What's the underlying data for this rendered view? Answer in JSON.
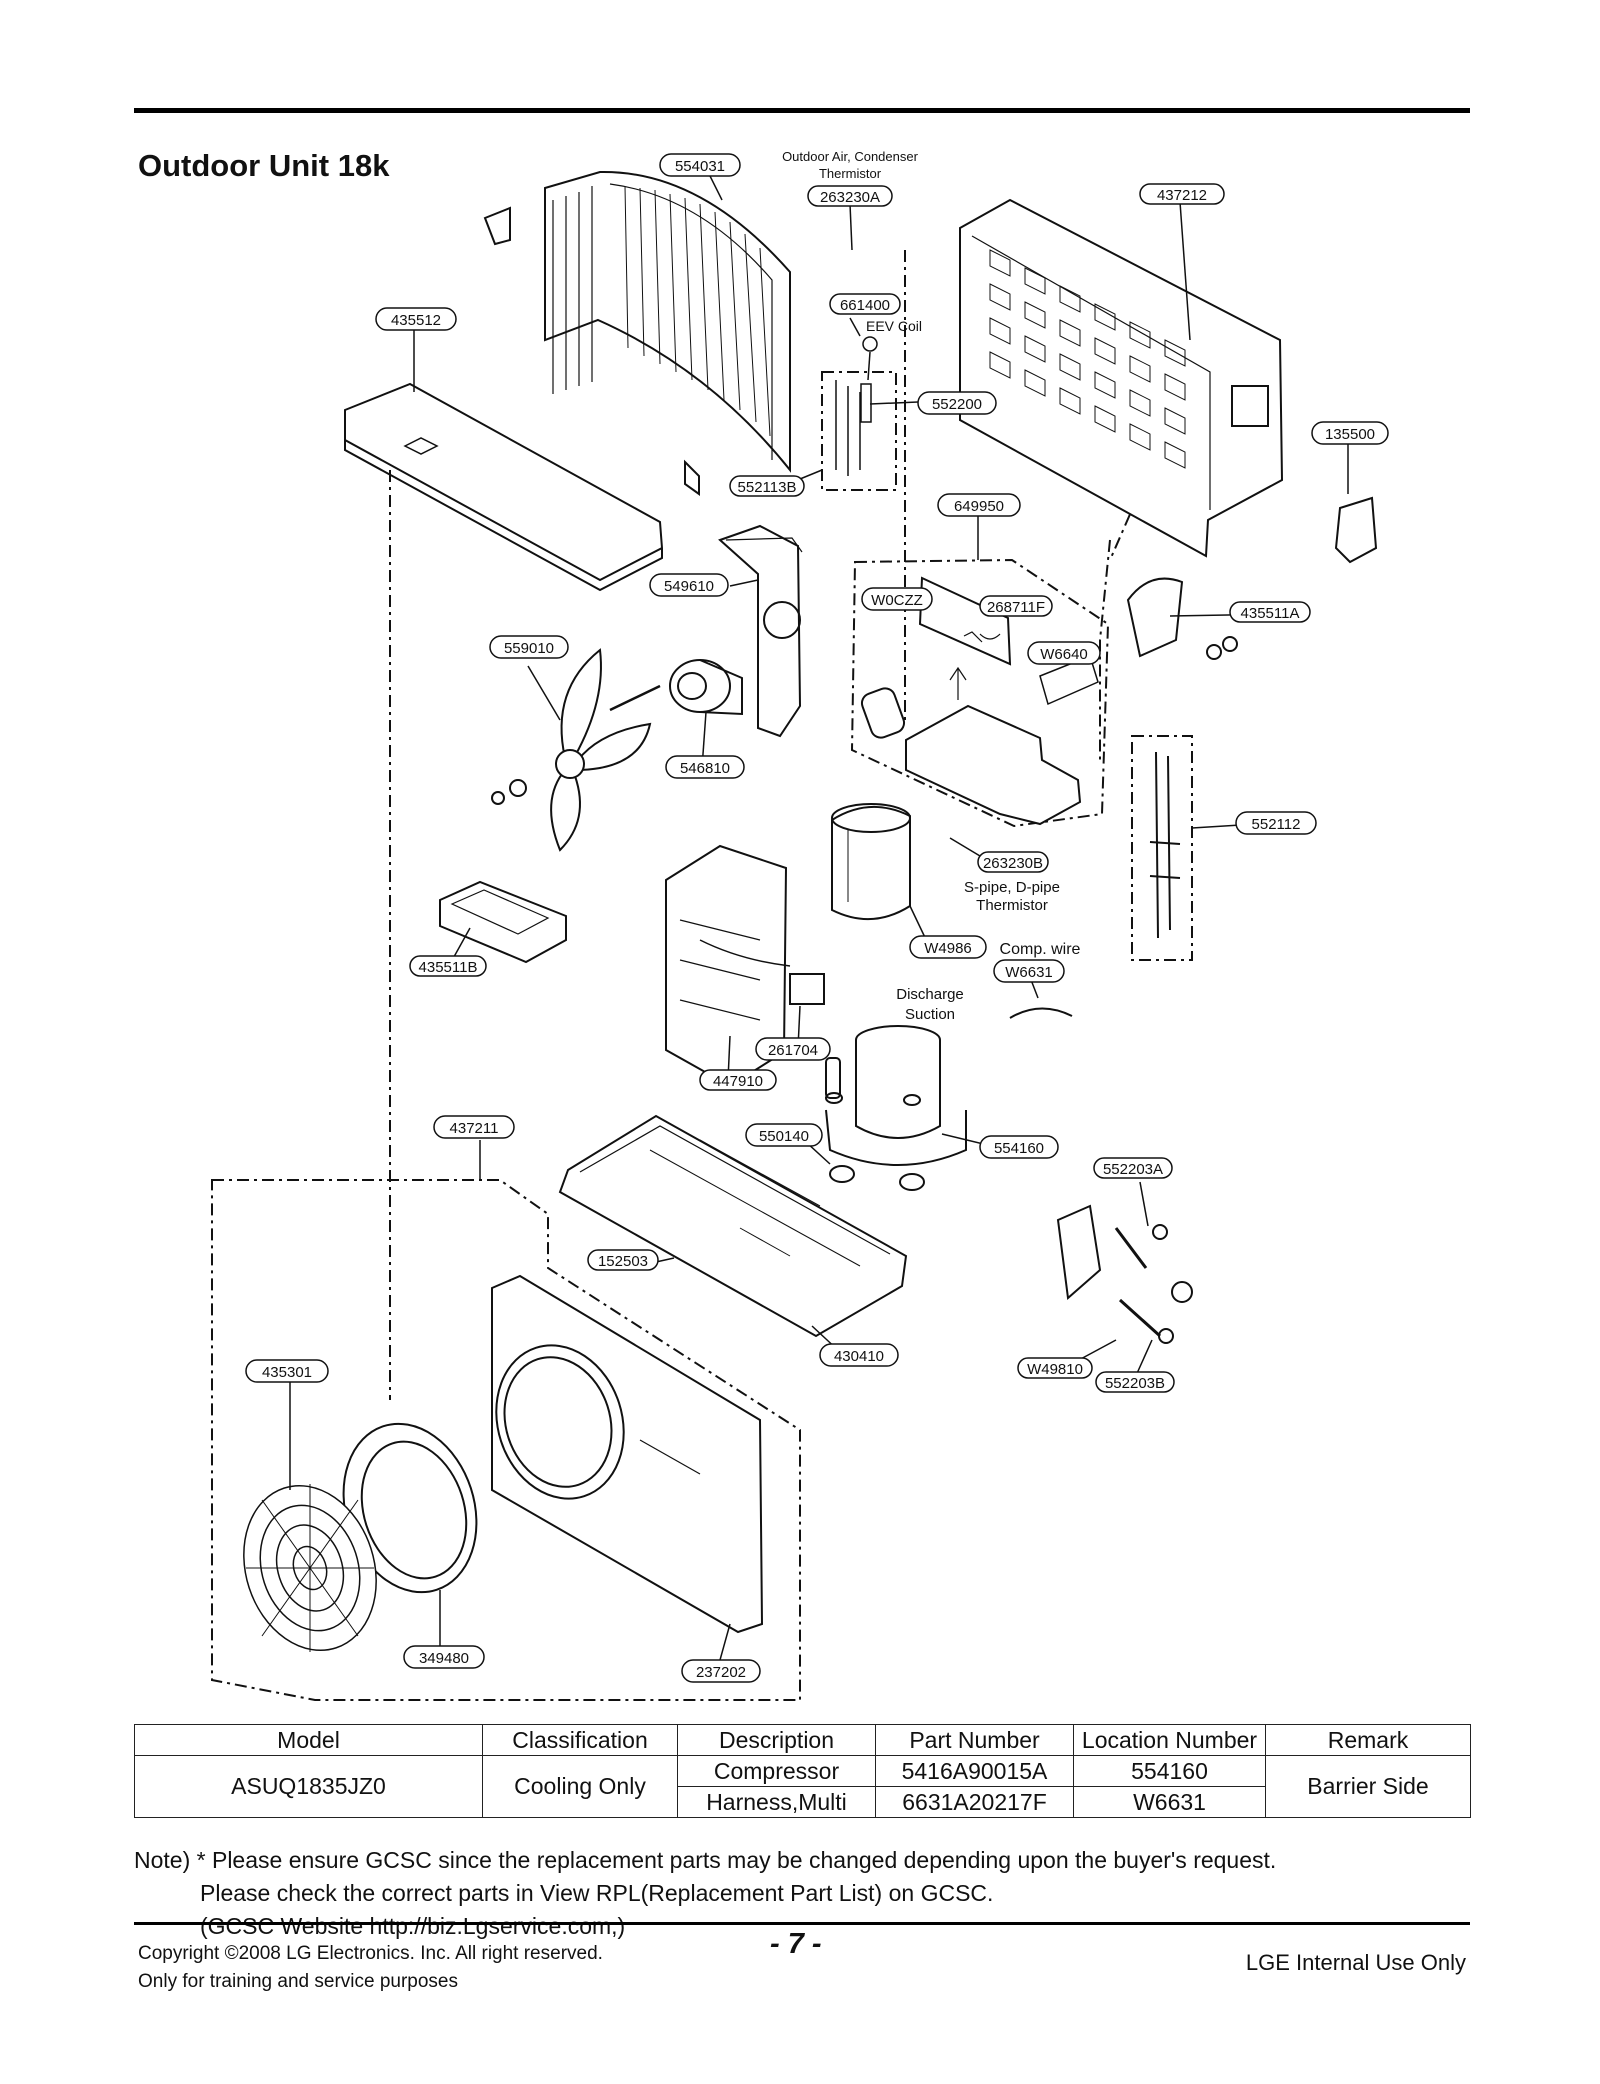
{
  "title": "Outdoor Unit 18k",
  "callouts": {
    "c554031": "554031",
    "c263230A": "263230A",
    "c437212": "437212",
    "c435512": "435512",
    "c661400": "661400",
    "c552200": "552200",
    "c135500": "135500",
    "c552113B": "552113B",
    "c649950": "649950",
    "c549610": "549610",
    "cW0CZZ": "W0CZZ",
    "c268711F": "268711F",
    "c435511A": "435511A",
    "c559010": "559010",
    "cW6640": "W6640",
    "c546810": "546810",
    "c552112": "552112",
    "c263230B": "263230B",
    "c435511B": "435511B",
    "cW4986": "W4986",
    "cW6631": "W6631",
    "c261704": "261704",
    "c447910": "447910",
    "c437211": "437211",
    "c550140": "550140",
    "c554160": "554160",
    "c552203A": "552203A",
    "c152503": "152503",
    "c430410": "430410",
    "c435301": "435301",
    "cW49810": "W49810",
    "c552203B": "552203B",
    "c349480": "349480",
    "c237202": "237202"
  },
  "annotations": {
    "outdoor_air_1": "Outdoor Air, Condenser",
    "outdoor_air_2": "Thermistor",
    "eev_coil": "EEV Coil",
    "spipe_1": "S-pipe, D-pipe",
    "spipe_2": "Thermistor",
    "comp_wire": "Comp. wire",
    "discharge": "Discharge",
    "suction": "Suction"
  },
  "table": {
    "headers": [
      "Model",
      "Classification",
      "Description",
      "Part Number",
      "Location Number",
      "Remark"
    ],
    "model": "ASUQ1835JZ0",
    "classification": "Cooling Only",
    "remark": "Barrier Side",
    "rows": [
      {
        "description": "Compressor",
        "part_number": "5416A90015A",
        "location": "554160"
      },
      {
        "description": "Harness,Multi",
        "part_number": "6631A20217F",
        "location": "W6631"
      }
    ]
  },
  "note": {
    "line1": "Note) * Please ensure GCSC since the replacement parts may be changed depending upon the buyer's request.",
    "line2": "Please check  the correct parts in View RPL(Replacement Part List) on GCSC.",
    "line3": "(GCSC Website  http://biz.Lgservice.com,)"
  },
  "footer": {
    "copyright": "Copyright ©2008 LG Electronics. Inc. All right reserved.",
    "training": "Only for training and service purposes",
    "page": "- 7 -",
    "internal": "LGE Internal Use Only"
  }
}
